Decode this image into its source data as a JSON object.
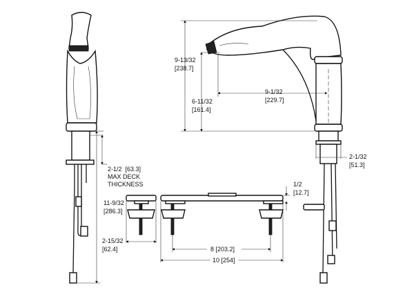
{
  "dimensions": {
    "overall_height": {
      "frac": "9-13/32",
      "mm": "[238.7]"
    },
    "spout_height": {
      "frac": "6-11/32",
      "mm": "[161.4]"
    },
    "spout_reach": {
      "frac": "9-1/32",
      "mm": "[229.7]"
    },
    "base_diameter": {
      "frac": "2-1/32",
      "mm": "[51.3]"
    },
    "deck_thickness": {
      "frac": "2-1/2",
      "mm": "[63.3]",
      "line1": "MAX DECK",
      "line2": "THICKNESS"
    },
    "plate_height": {
      "frac": "1/2",
      "mm": "[12.7]"
    },
    "total_length": {
      "frac": "11-9/32",
      "mm": "[286.3]"
    },
    "escutcheon_width": {
      "frac": "2-15/32",
      "mm": "[62.4]"
    },
    "hole_spacing": {
      "label": "8  [203.2]"
    },
    "plate_width": {
      "label": "10  [254]"
    }
  }
}
